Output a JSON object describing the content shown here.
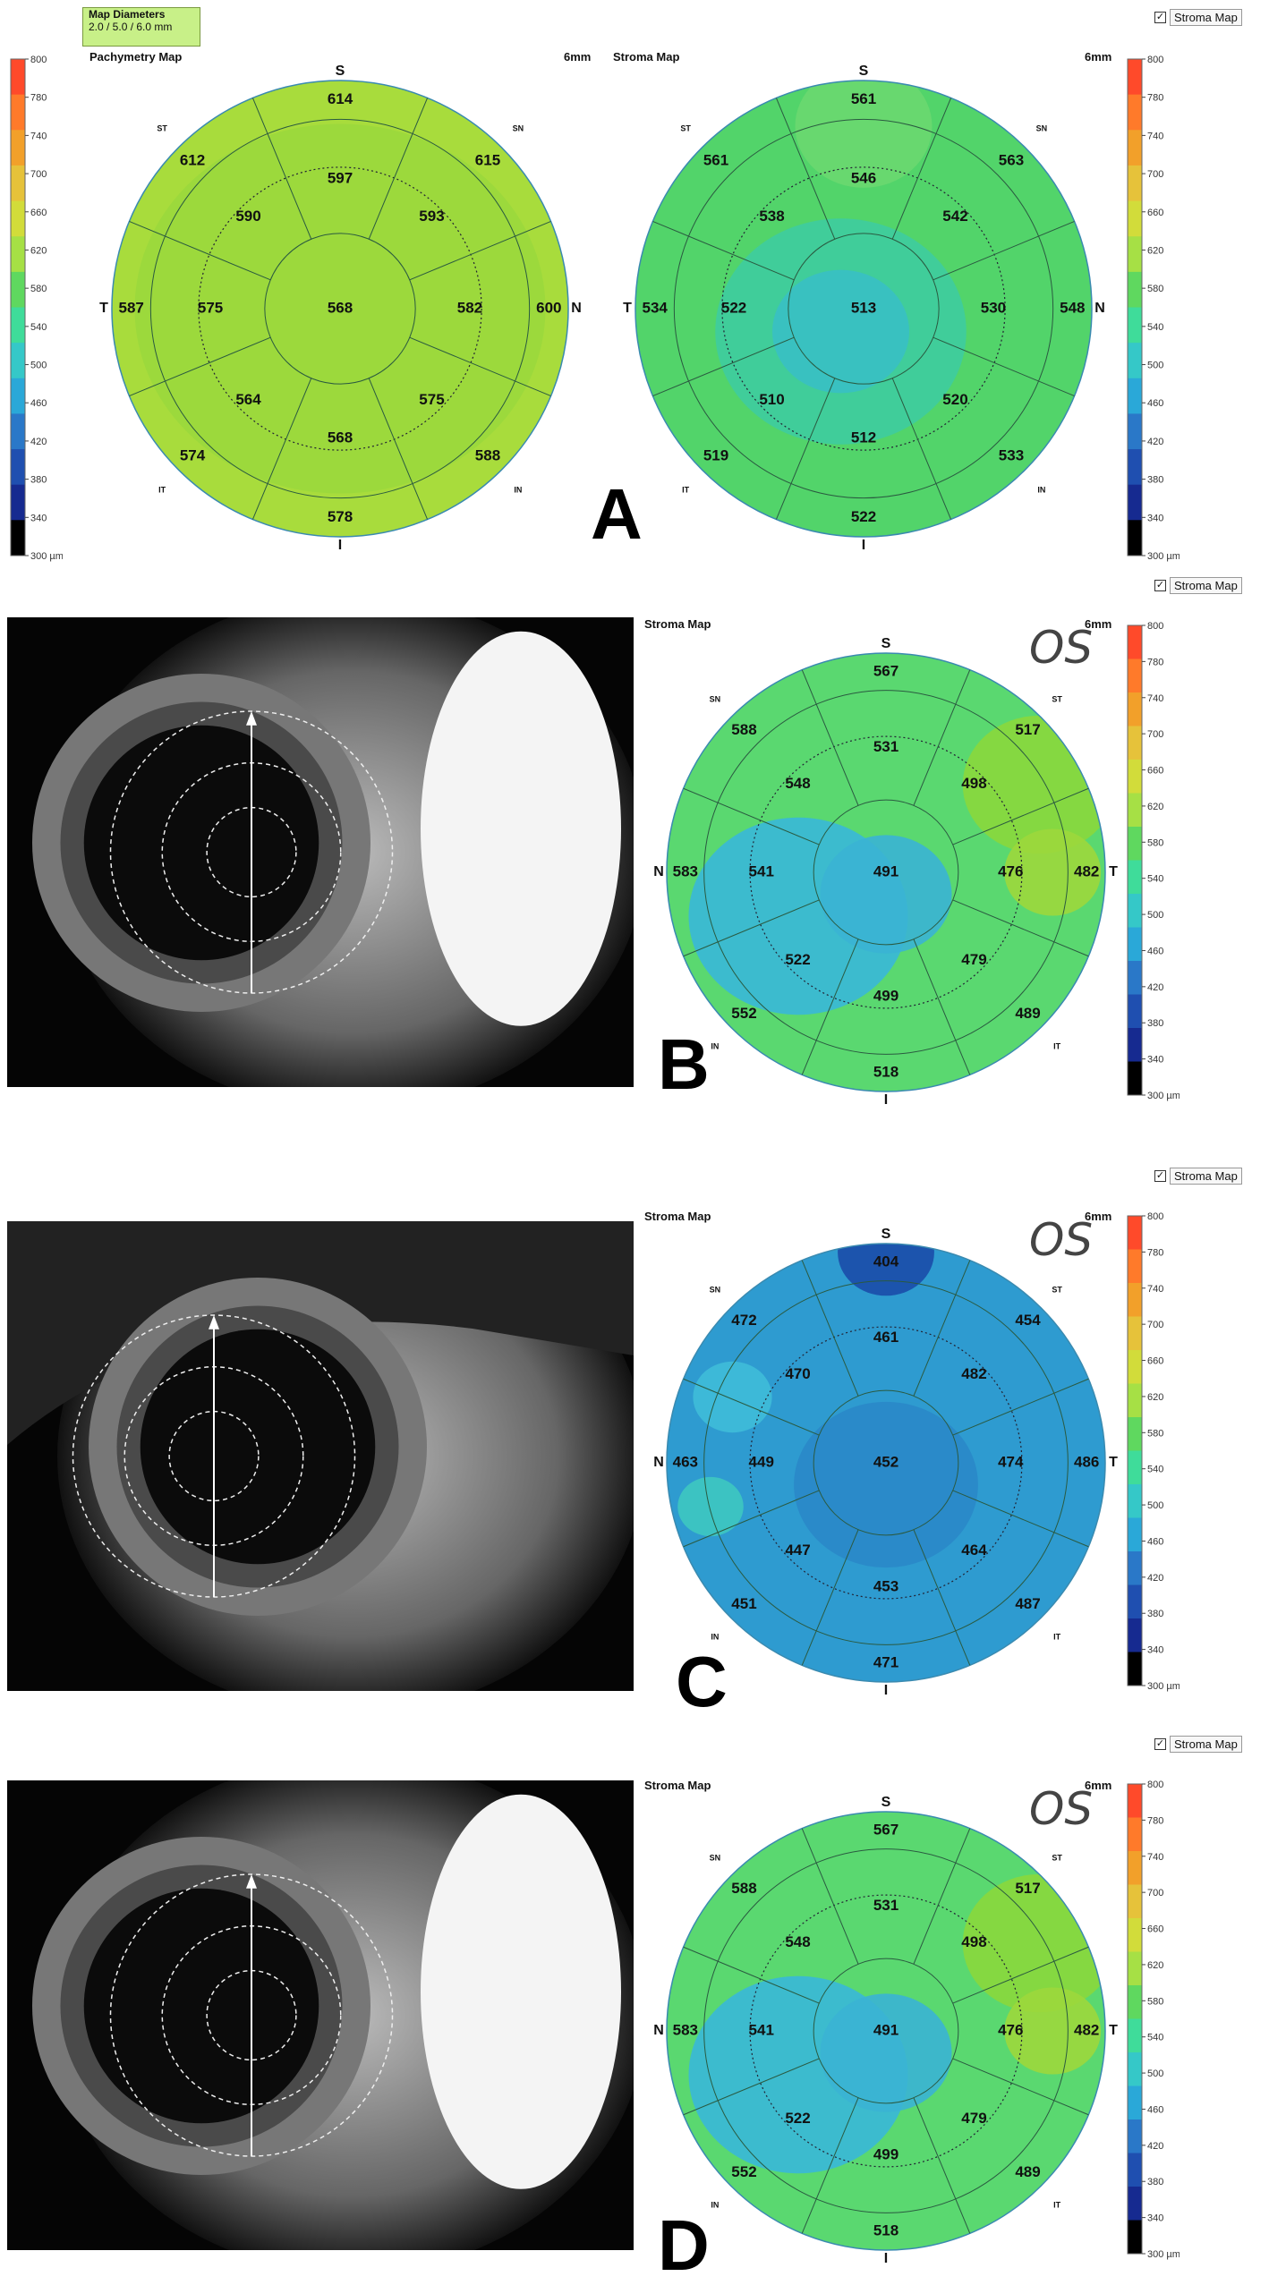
{
  "colors": {
    "yellowgreen": "#a8e040",
    "green": "#5fd85f",
    "teal": "#3ec7c0",
    "blue": "#2a7fd0",
    "darkblue": "#1040a0",
    "orange": "#f0a030",
    "red": "#e03020"
  },
  "scale": {
    "ticks": [
      "800",
      "780",
      "740",
      "700",
      "660",
      "620",
      "580",
      "540",
      "500",
      "460",
      "420",
      "380",
      "340",
      "300 µm"
    ]
  },
  "map_diameters": {
    "title": "Map Diameters",
    "value": "2.0 / 5.0 / 6.0 mm"
  },
  "stroma_checkbox": "Stroma Map",
  "panel_a": {
    "letter": "A",
    "left_title": "Pachymetry Map",
    "left_size": "6mm",
    "right_title": "Stroma Map",
    "right_size": "6mm",
    "left_orient": {
      "top": "S",
      "bottom": "I",
      "left": "T",
      "right": "N",
      "tl": "ST",
      "tr": "SN",
      "bl": "IT",
      "br": "IN"
    },
    "right_orient": {
      "top": "S",
      "bottom": "I",
      "left": "T",
      "right": "N",
      "tl": "ST",
      "tr": "SN",
      "bl": "IT",
      "br": "IN"
    },
    "left_values": {
      "c": "568",
      "s": "597",
      "ns": "593",
      "n": "582",
      "ni": "575",
      "i": "568",
      "ti": "564",
      "t": "575",
      "ts": "590",
      "os": "614",
      "ons": "615",
      "on": "600",
      "oni": "588",
      "oi": "578",
      "oti": "574",
      "ot": "587",
      "ots": "612"
    },
    "right_values": {
      "c": "513",
      "s": "546",
      "ns": "542",
      "n": "530",
      "ni": "520",
      "i": "512",
      "ti": "510",
      "t": "522",
      "ts": "538",
      "os": "561",
      "ons": "563",
      "on": "548",
      "oni": "533",
      "oi": "522",
      "oti": "519",
      "ot": "534",
      "ots": "561"
    }
  },
  "panel_b": {
    "letter": "B",
    "title": "Stroma Map",
    "size": "6mm",
    "eye": "OS",
    "orient": {
      "top": "S",
      "bottom": "I",
      "left": "N",
      "right": "T",
      "tl": "SN",
      "tr": "ST",
      "bl": "IN",
      "br": "IT"
    },
    "values": {
      "c": "491",
      "s": "531",
      "ns": "548",
      "n": "541",
      "ni": "522",
      "i": "499",
      "ti": "479",
      "t": "476",
      "ts": "498",
      "os": "567",
      "ons": "588",
      "on": "583",
      "oni": "552",
      "oi": "518",
      "oti": "489",
      "ot": "482",
      "ots": "517"
    }
  },
  "panel_c": {
    "letter": "C",
    "title": "Stroma Map",
    "size": "6mm",
    "eye": "OS",
    "orient": {
      "top": "S",
      "bottom": "I",
      "left": "N",
      "right": "T",
      "tl": "SN",
      "tr": "ST",
      "bl": "IN",
      "br": "IT"
    },
    "values": {
      "c": "452",
      "s": "461",
      "ns": "470",
      "n": "449",
      "ni": "447",
      "i": "453",
      "ti": "464",
      "t": "474",
      "ts": "482",
      "os": "404",
      "ons": "472",
      "on": "463",
      "oni": "451",
      "oi": "471",
      "oti": "487",
      "ot": "486",
      "ots": "454"
    }
  },
  "panel_d": {
    "letter": "D",
    "title": "Stroma Map",
    "size": "6mm",
    "eye": "OS",
    "orient": {
      "top": "S",
      "bottom": "I",
      "left": "N",
      "right": "T",
      "tl": "SN",
      "tr": "ST",
      "bl": "IN",
      "br": "IT"
    },
    "values": {
      "c": "491",
      "s": "531",
      "ns": "548",
      "n": "541",
      "ni": "522",
      "i": "499",
      "ti": "479",
      "t": "476",
      "ts": "498",
      "os": "567",
      "ons": "588",
      "on": "583",
      "oni": "552",
      "oi": "518",
      "oti": "489",
      "ot": "482",
      "ots": "517"
    }
  }
}
